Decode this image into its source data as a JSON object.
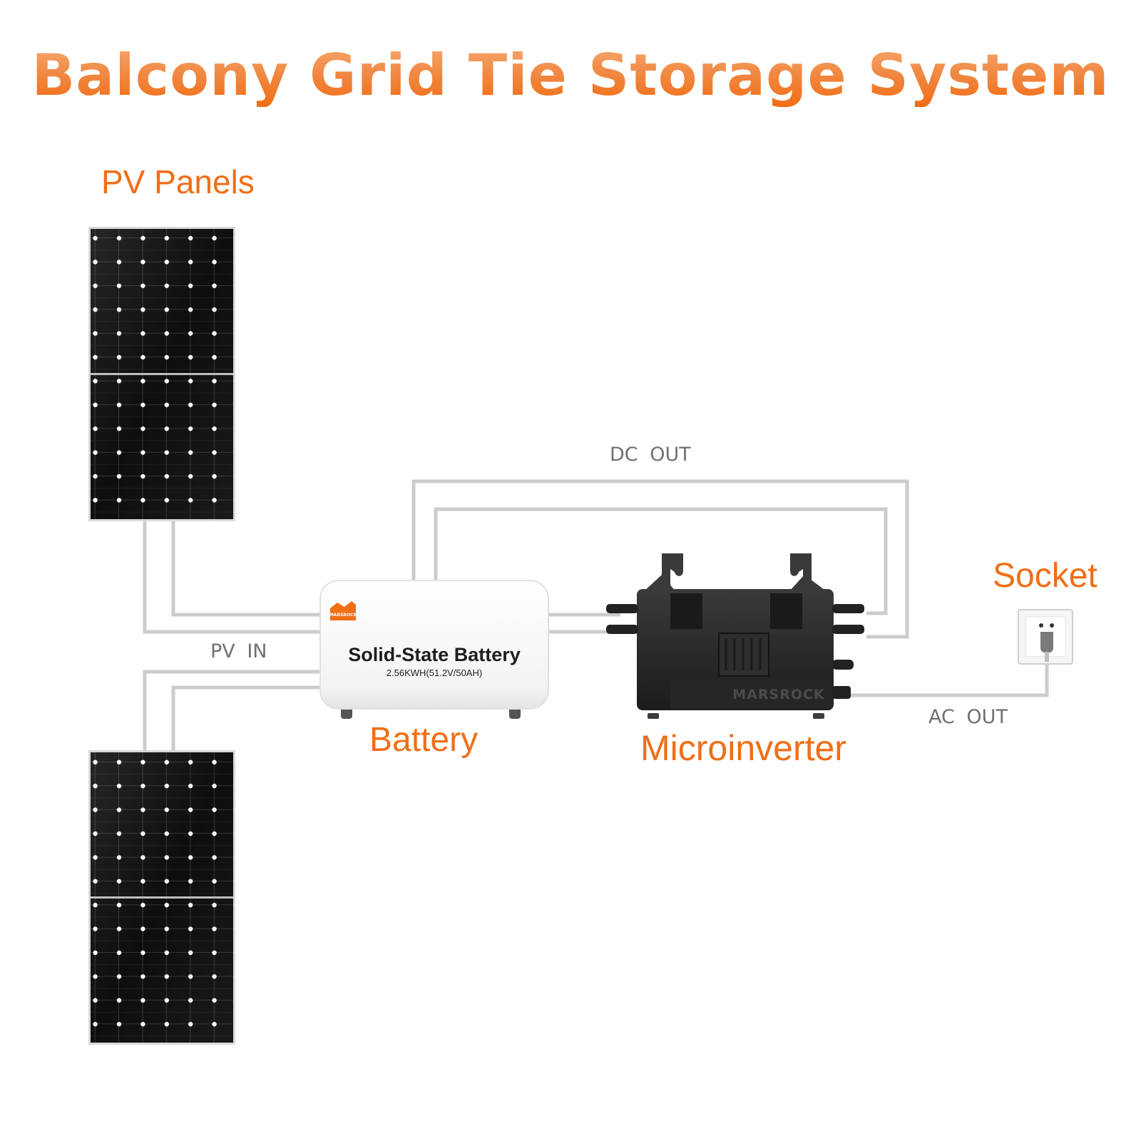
{
  "title": "Balcony Grid Tie Storage System",
  "labels": {
    "pv_panels": "PV Panels",
    "battery": "Battery",
    "microinverter": "Microinverter",
    "socket": "Socket",
    "dc_out": "DC  OUT",
    "pv_in": "PV IN",
    "ac_out": "AC  OUT"
  },
  "battery_device": {
    "name": "Solid-State Battery",
    "spec": "2.56KWH(51.2V/50AH)",
    "logo_text": "MARSROCK"
  },
  "inverter_device": {
    "brand_text": "MARSROCK"
  },
  "colors": {
    "accent": "#f06e16",
    "wire": "#cccccc",
    "label_gray": "#707070",
    "panel": "#111111",
    "inverter": "#2b2b2b"
  }
}
